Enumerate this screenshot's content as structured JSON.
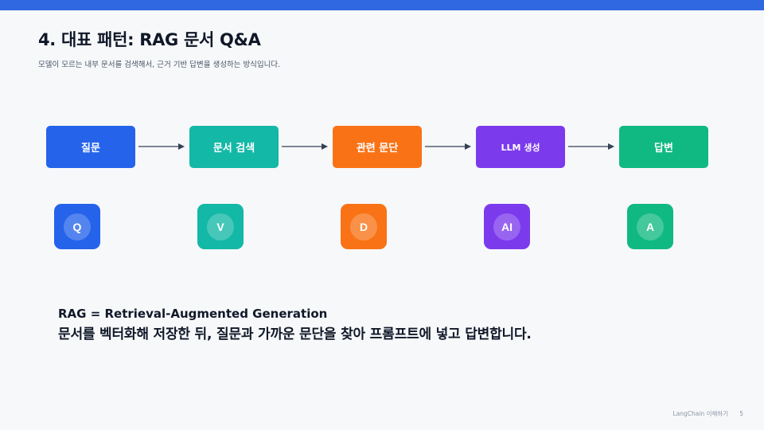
{
  "header": {
    "title": "4. 대표 패턴: RAG 문서 Q&A",
    "subtitle": "모델이 모르는 내부 문서를 검색해서, 근거 기반 답변을 생성하는 방식입니다."
  },
  "flow": {
    "steps": [
      {
        "label": "질문",
        "color": "#2563eb"
      },
      {
        "label": "문서 검색",
        "color": "#14b8a6"
      },
      {
        "label": "관련 문단",
        "color": "#f97316"
      },
      {
        "label": "LLM 생성",
        "color": "#7c3aed"
      },
      {
        "label": "답변",
        "color": "#10b981"
      }
    ],
    "icons": [
      {
        "letter": "Q",
        "color": "#2563eb"
      },
      {
        "letter": "V",
        "color": "#14b8a6"
      },
      {
        "letter": "D",
        "color": "#f97316"
      },
      {
        "letter": "AI",
        "color": "#7c3aed"
      },
      {
        "letter": "A",
        "color": "#10b981"
      }
    ]
  },
  "definition": {
    "title": "RAG = Retrieval-Augmented Generation",
    "text": "문서를 벡터화해 저장한 뒤, 질문과 가까운 문단을 찾아 프롬프트에 넣고 답변합니다."
  },
  "footer": {
    "brand": "LangChain 이해하기",
    "page": "5"
  },
  "theme": {
    "accent": "#2f68e0",
    "arrow": "#344054"
  }
}
